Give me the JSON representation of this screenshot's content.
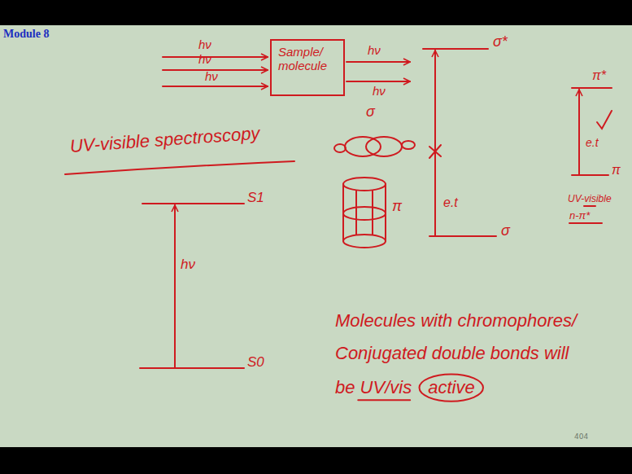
{
  "diagram": {
    "title": "Module 8",
    "nodes": [
      {
        "text": [
          "Sample/ molecule"
        ]
      },
      {
        "text": [
          "active"
        ]
      }
    ],
    "labels": [
      "hν",
      "hν",
      "hν",
      "hν",
      "hν",
      "σ*",
      "σ",
      "π",
      "e.t",
      "σ",
      "π*",
      "e.t",
      "π",
      "UV-visible",
      "n-π*",
      "UV-visible spectroscopy",
      "S1",
      "hν",
      "S0",
      "Molecules with chromophores/",
      "Conjugated double bonds will",
      "be UV/vis",
      "404"
    ]
  }
}
